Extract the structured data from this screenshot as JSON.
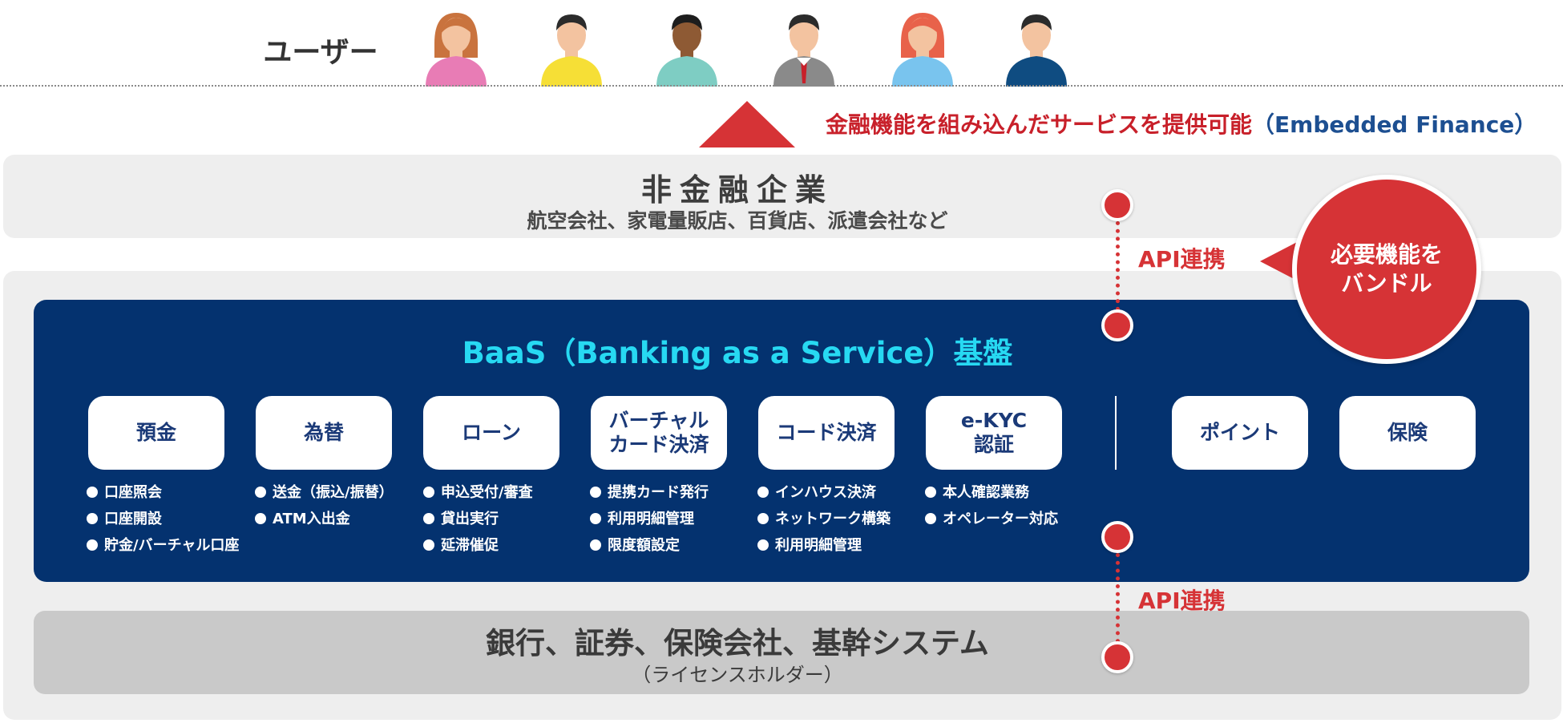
{
  "users": {
    "label": "ユーザー",
    "avatars": [
      {
        "icon": "woman-pink-jacket-avatar-icon",
        "shirt": "#e87cb5",
        "hair": "#c9733e",
        "skin": "#f3c3a0"
      },
      {
        "icon": "man-yellow-shirt-avatar-icon",
        "shirt": "#f6df36",
        "hair": "#2b2b2b",
        "skin": "#f3c3a0"
      },
      {
        "icon": "man-teal-shirt-avatar-icon",
        "shirt": "#7ecdc3",
        "hair": "#1d1d1d",
        "skin": "#8e5a34"
      },
      {
        "icon": "man-gray-suit-avatar-icon",
        "shirt": "#8a8a8a",
        "hair": "#2b2b2b",
        "skin": "#f3c3a0"
      },
      {
        "icon": "woman-blue-shirt-avatar-icon",
        "shirt": "#79c4ee",
        "hair": "#e8624a",
        "skin": "#f3c3a0"
      },
      {
        "icon": "man-navy-jacket-avatar-icon",
        "shirt": "#0f4c81",
        "hair": "#2b2b2b",
        "skin": "#f3c3a0"
      }
    ]
  },
  "tagline": {
    "jp": "金融機能を組み込んだサービスを提供可能",
    "en": "（Embedded Finance）"
  },
  "non_financial": {
    "title": "非金融企業",
    "subtitle": "航空会社、家電量販店、百貨店、派遣会社など"
  },
  "baas": {
    "title": "BaaS（Banking as a Service）基盤",
    "services": [
      {
        "label": "預金",
        "features": [
          "口座照会",
          "口座開設",
          "貯金/バーチャル口座"
        ]
      },
      {
        "label": "為替",
        "features": [
          "送金（振込/振替）",
          "ATM入出金"
        ]
      },
      {
        "label": "ローン",
        "features": [
          "申込受付/審査",
          "貸出実行",
          "延滞催促"
        ]
      },
      {
        "label": "バーチャル\nカード決済",
        "features": [
          "提携カード発行",
          "利用明細管理",
          "限度額設定"
        ]
      },
      {
        "label": "コード決済",
        "features": [
          "インハウス決済",
          "ネットワーク構築",
          "利用明細管理"
        ]
      },
      {
        "label": "e-KYC\n認証",
        "features": [
          "本人確認業務",
          "オペレーター対応"
        ]
      }
    ],
    "extra_services": [
      {
        "label": "ポイント"
      },
      {
        "label": "保険"
      }
    ]
  },
  "bank": {
    "title": "銀行、証券、保険会社、基幹システム",
    "subtitle": "（ライセンスホルダー）"
  },
  "api_links": [
    {
      "label": "API連携"
    },
    {
      "label": "API連携"
    }
  ],
  "bubble": {
    "text": "必要機能を\nバンドル"
  },
  "colors": {
    "accent_red": "#d63336",
    "navy": "#04326f",
    "cyan": "#27d9f2",
    "tag_blue": "#1d4f91"
  }
}
